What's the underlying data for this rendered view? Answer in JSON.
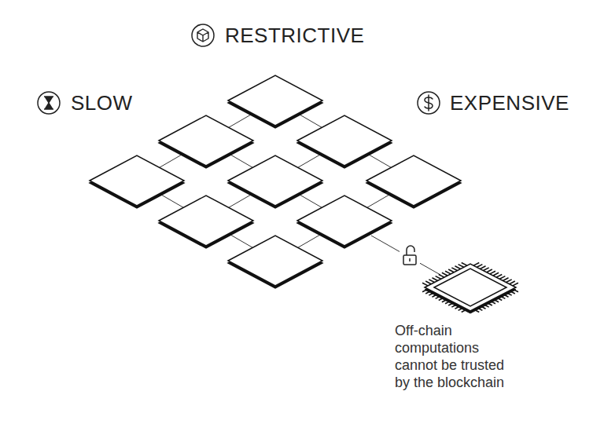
{
  "diagram": {
    "labels": [
      "RESTRICTIVE",
      "SLOW",
      "EXPENSIVE",
      "Off-chain computations cannot be trusted by the blockchain"
    ]
  }
}
